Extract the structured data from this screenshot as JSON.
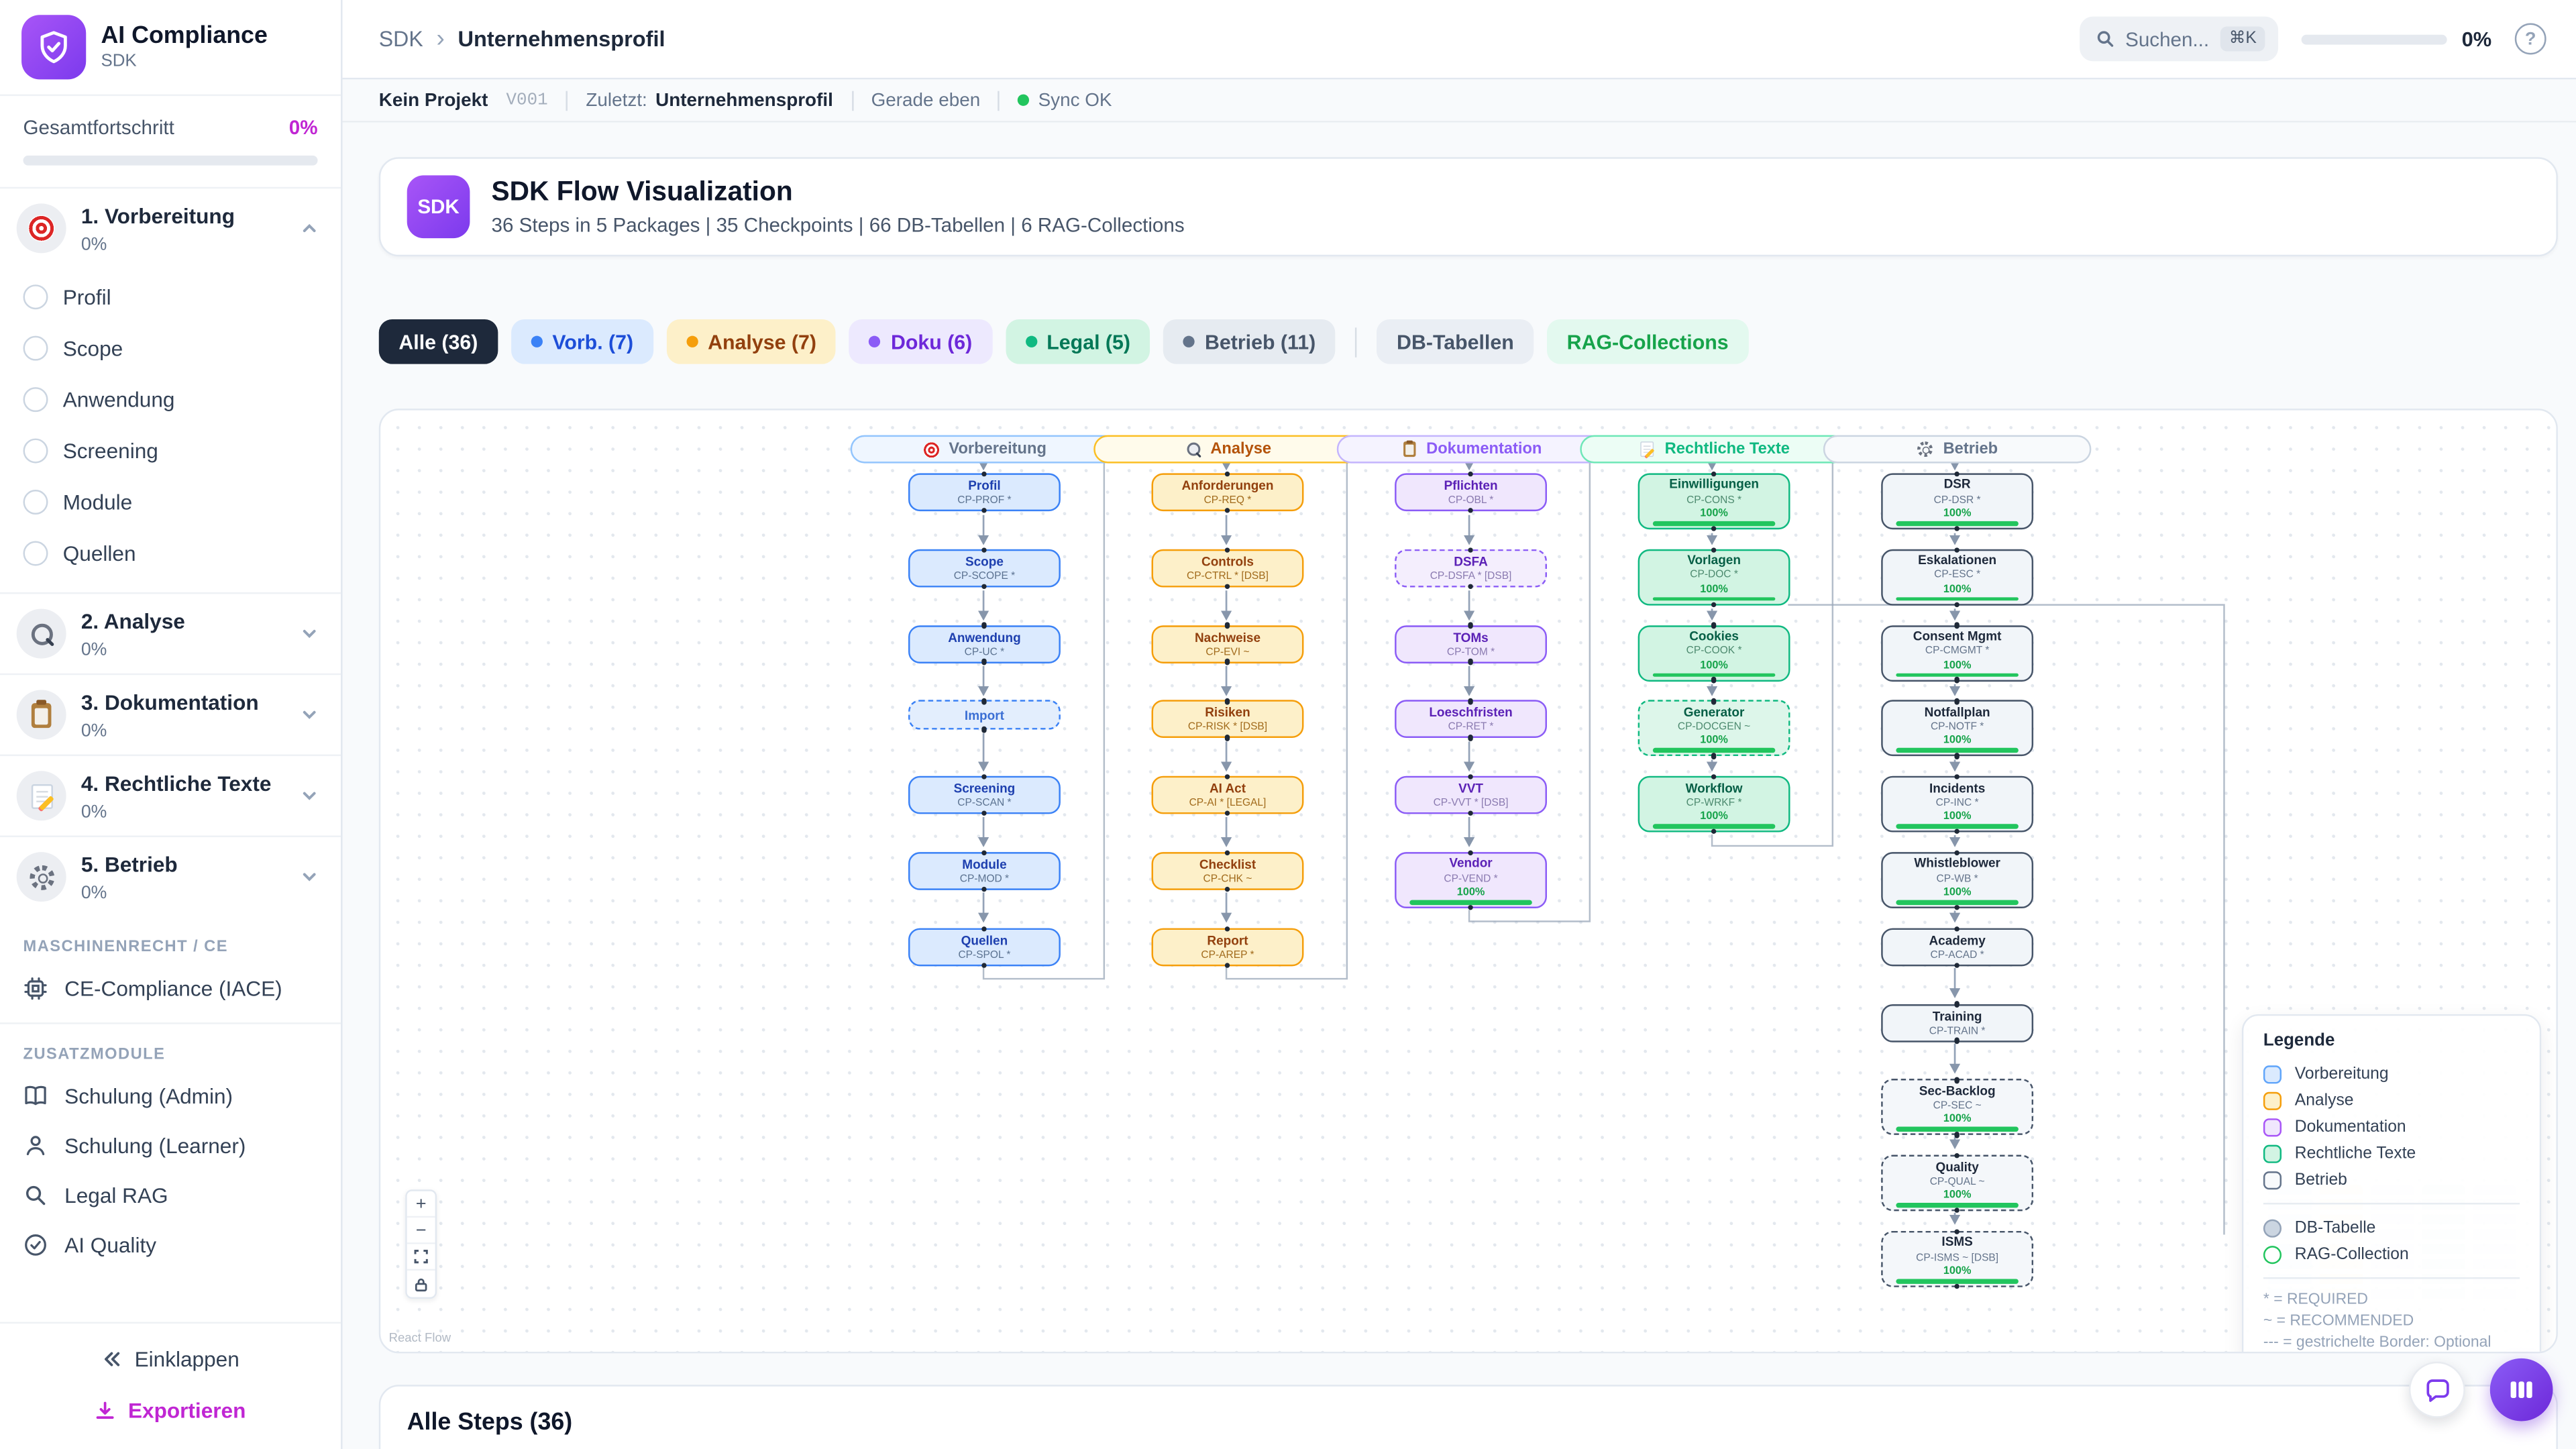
{
  "sidebar": {
    "app_title": "AI Compliance",
    "app_subtitle": "SDK",
    "overall": {
      "label": "Gesamtfortschritt",
      "value": "0%"
    },
    "phases": [
      {
        "label": "1. Vorbereitung",
        "pct": "0%",
        "icon": "target-icon",
        "expanded": true
      },
      {
        "label": "2. Analyse",
        "pct": "0%",
        "icon": "magnifier-icon",
        "expanded": false
      },
      {
        "label": "3. Dokumentation",
        "pct": "0%",
        "icon": "clipboard-icon",
        "expanded": false
      },
      {
        "label": "4. Rechtliche Texte",
        "pct": "0%",
        "icon": "memo-icon",
        "expanded": false
      },
      {
        "label": "5. Betrieb",
        "pct": "0%",
        "icon": "gear-icon",
        "expanded": false
      }
    ],
    "phase1_steps": [
      "Profil",
      "Scope",
      "Anwendung",
      "Screening",
      "Module",
      "Quellen"
    ],
    "section_machine": "MASCHINENRECHT / CE",
    "ce_label": "CE-Compliance (IACE)",
    "section_extra": "ZUSATZMODULE",
    "modules": [
      "Schulung (Admin)",
      "Schulung (Learner)",
      "Legal RAG",
      "AI Quality"
    ],
    "collapse_label": "Einklappen",
    "export_label": "Exportieren"
  },
  "header": {
    "breadcrumb_root": "SDK",
    "breadcrumb_current": "Unternehmensprofil",
    "search_placeholder": "Suchen...",
    "search_kbd": "⌘K",
    "progress": "0%"
  },
  "statusbar": {
    "project": "Kein Projekt",
    "version": "V001",
    "last_label": "Zuletzt:",
    "last_value": "Unternehmensprofil",
    "time": "Gerade eben",
    "sync": "Sync OK"
  },
  "hero": {
    "badge": "SDK",
    "title": "SDK Flow Visualization",
    "subtitle": "36 Steps in 5 Packages | 35 Checkpoints | 66 DB-Tabellen | 6 RAG-Collections"
  },
  "filters": {
    "chips": [
      {
        "label": "Alle (36)"
      },
      {
        "label": "Vorb. (7)"
      },
      {
        "label": "Analyse (7)"
      },
      {
        "label": "Doku (6)"
      },
      {
        "label": "Legal (5)"
      },
      {
        "label": "Betrieb (11)"
      }
    ],
    "db_label": "DB-Tabellen",
    "rag_label": "RAG-Collections"
  },
  "flow": {
    "columns": [
      {
        "key": "vorbereitung",
        "label": "Vorbereitung",
        "icon": "target-icon",
        "nodes": [
          {
            "title": "Profil",
            "code": "CP-PROF *"
          },
          {
            "title": "Scope",
            "code": "CP-SCOPE *"
          },
          {
            "title": "Anwendung",
            "code": "CP-UC *"
          },
          {
            "title": "Import",
            "dashed": true
          },
          {
            "title": "Screening",
            "code": "CP-SCAN *"
          },
          {
            "title": "Module",
            "code": "CP-MOD *"
          },
          {
            "title": "Quellen",
            "code": "CP-SPOL *"
          }
        ]
      },
      {
        "key": "analyse",
        "label": "Analyse",
        "icon": "magnifier-icon",
        "nodes": [
          {
            "title": "Anforderungen",
            "code": "CP-REQ *"
          },
          {
            "title": "Controls",
            "code": "CP-CTRL * [DSB]"
          },
          {
            "title": "Nachweise",
            "code": "CP-EVI ~"
          },
          {
            "title": "Risiken",
            "code": "CP-RISK * [DSB]"
          },
          {
            "title": "AI Act",
            "code": "CP-AI * [LEGAL]"
          },
          {
            "title": "Checklist",
            "code": "CP-CHK ~"
          },
          {
            "title": "Report",
            "code": "CP-AREP *"
          }
        ]
      },
      {
        "key": "doku",
        "label": "Dokumentation",
        "icon": "clipboard-icon",
        "nodes": [
          {
            "title": "Pflichten",
            "code": "CP-OBL *"
          },
          {
            "title": "DSFA",
            "code": "CP-DSFA * [DSB]",
            "dashed": true
          },
          {
            "title": "TOMs",
            "code": "CP-TOM *"
          },
          {
            "title": "Loeschfristen",
            "code": "CP-RET *"
          },
          {
            "title": "VVT",
            "code": "CP-VVT * [DSB]"
          },
          {
            "title": "Vendor",
            "code": "CP-VEND *",
            "progress": "100%"
          }
        ]
      },
      {
        "key": "legal",
        "label": "Rechtliche Texte",
        "icon": "memo-icon",
        "nodes": [
          {
            "title": "Einwilligungen",
            "code": "CP-CONS *",
            "progress": "100%"
          },
          {
            "title": "Vorlagen",
            "code": "CP-DOC *",
            "progress": "100%"
          },
          {
            "title": "Cookies",
            "code": "CP-COOK *",
            "progress": "100%"
          },
          {
            "title": "Generator",
            "code": "CP-DOCGEN ~",
            "progress": "100%",
            "dashed": true
          },
          {
            "title": "Workflow",
            "code": "CP-WRKF *",
            "progress": "100%"
          }
        ]
      },
      {
        "key": "betrieb",
        "label": "Betrieb",
        "icon": "gear-icon",
        "nodes": [
          {
            "title": "DSR",
            "code": "CP-DSR *",
            "progress": "100%"
          },
          {
            "title": "Eskalationen",
            "code": "CP-ESC *",
            "progress": "100%"
          },
          {
            "title": "Consent Mgmt",
            "code": "CP-CMGMT *",
            "progress": "100%"
          },
          {
            "title": "Notfallplan",
            "code": "CP-NOTF *",
            "progress": "100%"
          },
          {
            "title": "Incidents",
            "code": "CP-INC *",
            "progress": "100%"
          },
          {
            "title": "Whistleblower",
            "code": "CP-WB *",
            "progress": "100%"
          },
          {
            "title": "Academy",
            "code": "CP-ACAD *"
          },
          {
            "title": "Training",
            "code": "CP-TRAIN *"
          },
          {
            "title": "Sec-Backlog",
            "code": "CP-SEC ~",
            "progress": "100%",
            "dashed": true
          },
          {
            "title": "Quality",
            "code": "CP-QUAL ~",
            "progress": "100%",
            "dashed": true
          },
          {
            "title": "ISMS",
            "code": "CP-ISMS ~ [DSB]",
            "progress": "100%",
            "dashed": true
          }
        ]
      }
    ]
  },
  "legend": {
    "title": "Legende",
    "items": [
      "Vorbereitung",
      "Analyse",
      "Dokumentation",
      "Rechtliche Texte",
      "Betrieb"
    ],
    "shapes": [
      {
        "label": "DB-Tabelle"
      },
      {
        "label": "RAG-Collection"
      }
    ],
    "notes": [
      "* = REQUIRED",
      "~ = RECOMMENDED",
      "--- = gestrichelte Border: Optional"
    ]
  },
  "canvas": {
    "attribution": "React Flow",
    "zoom_in": "+",
    "zoom_out": "−"
  },
  "bottom": {
    "title": "Alle Steps (36)"
  },
  "colors": {
    "accent": "#c026d3",
    "brand_purple": "#7c3aed",
    "progress_green": "#22c55e",
    "sync_green": "#22c55e",
    "dark_chip": "#1e293b",
    "vorbereitung": "#3b82f6",
    "analyse": "#f59e0b",
    "dokumentation": "#8b5cf6",
    "rechtliche_texte": "#10b981",
    "betrieb": "#475569"
  }
}
